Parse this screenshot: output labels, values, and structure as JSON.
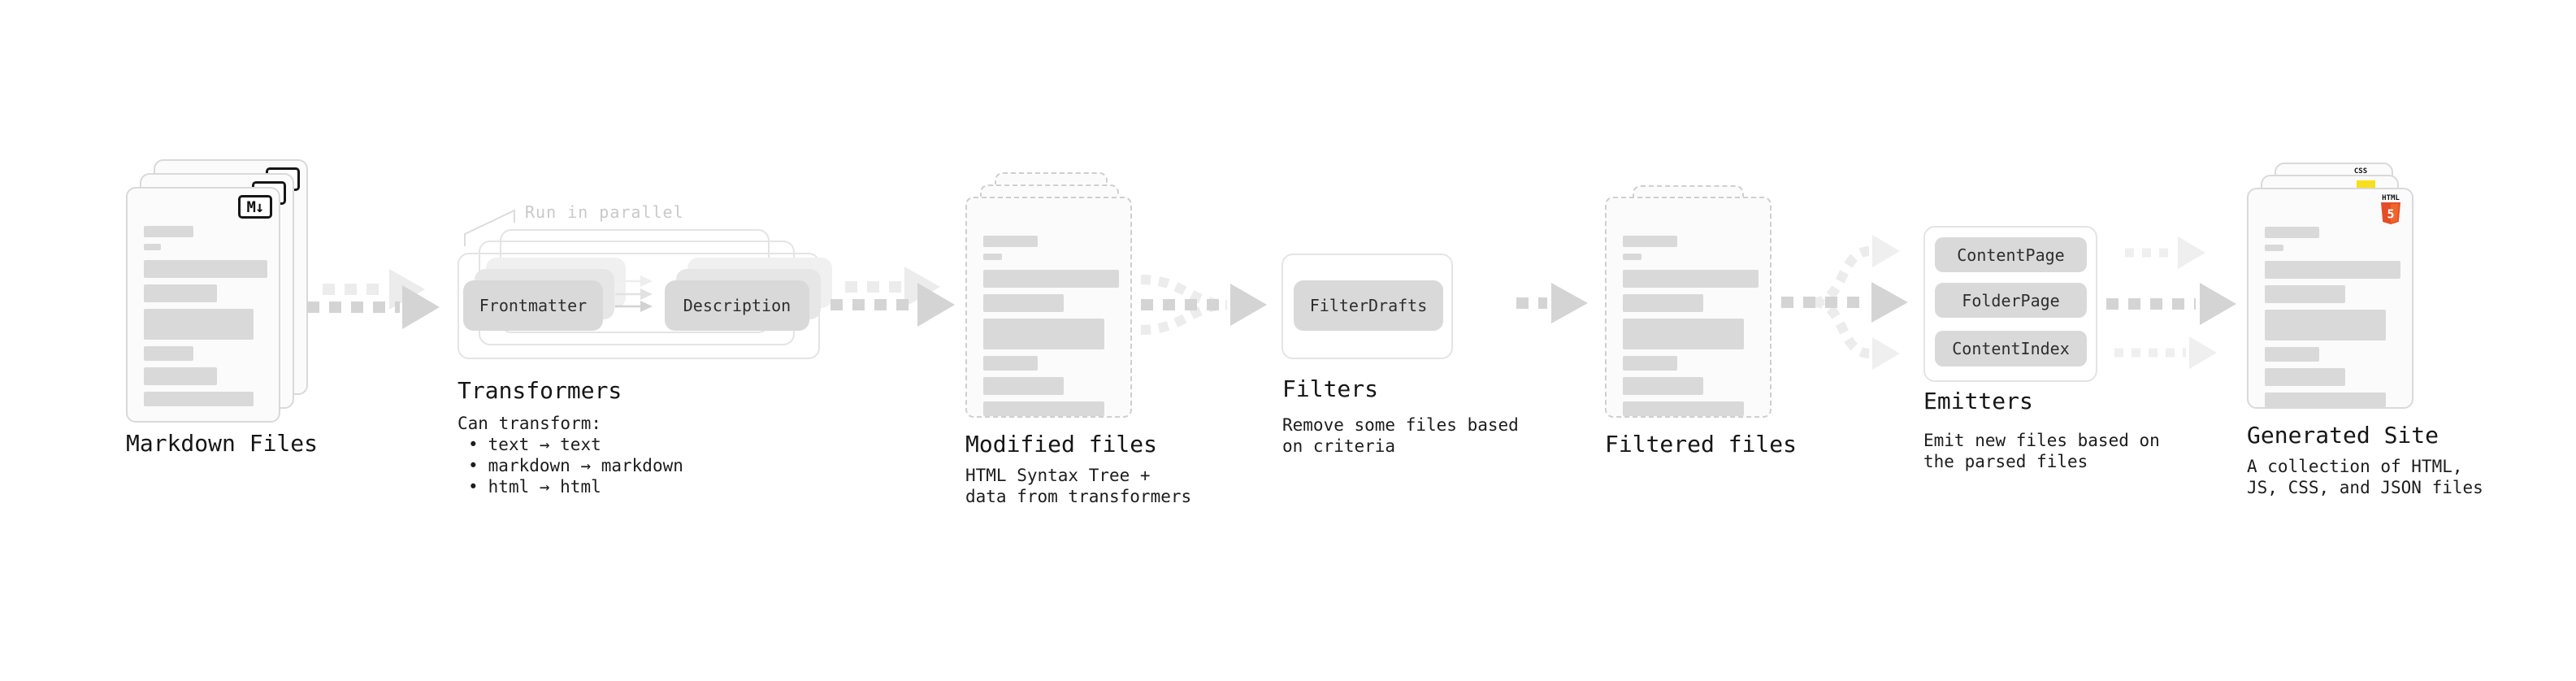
{
  "stages": {
    "markdown": {
      "title": "Markdown Files"
    },
    "transformers": {
      "title": "Transformers",
      "annotation": "Run in parallel",
      "pills": {
        "frontmatter": "Frontmatter",
        "description": "Description"
      },
      "desc_heading": "Can transform:",
      "bullet_char": "•",
      "bullets": {
        "b1": "text → text",
        "b2": "markdown → markdown",
        "b3": "html → html"
      }
    },
    "modified": {
      "title": "Modified files",
      "desc_line1": "HTML Syntax Tree +",
      "desc_line2": "data from transformers"
    },
    "filters": {
      "title": "Filters",
      "pill": "FilterDrafts",
      "desc_line1": "Remove some files based",
      "desc_line2": "on criteria"
    },
    "filtered": {
      "title": "Filtered files"
    },
    "emitters": {
      "title": "Emitters",
      "pills": {
        "p1": "ContentPage",
        "p2": "FolderPage",
        "p3": "ContentIndex"
      },
      "desc_line1": "Emit new files based on",
      "desc_line2": "the parsed files"
    },
    "generated": {
      "title": "Generated Site",
      "desc_line1": "A collection of HTML,",
      "desc_line2": "JS, CSS, and JSON files"
    }
  },
  "icons": {
    "markdown_badge": "M↓",
    "css_label": "CSS",
    "html_label": "HTML",
    "html5_number": "5"
  },
  "colors": {
    "skeleton": "#d9d9d9",
    "card_border": "#d9d9d9",
    "dashed_border": "#cfcfcf",
    "pill_bg": "#d9d9d9",
    "arrow_dark": "#d4d4d4",
    "arrow_faint": "#ececec",
    "annotation_text": "#c9c9c9",
    "js_yellow": "#f7df1e",
    "css_blue": "#2864e8",
    "html5_orange": "#e44d26",
    "html5_orange_light": "#f16529",
    "text": "#161616"
  }
}
